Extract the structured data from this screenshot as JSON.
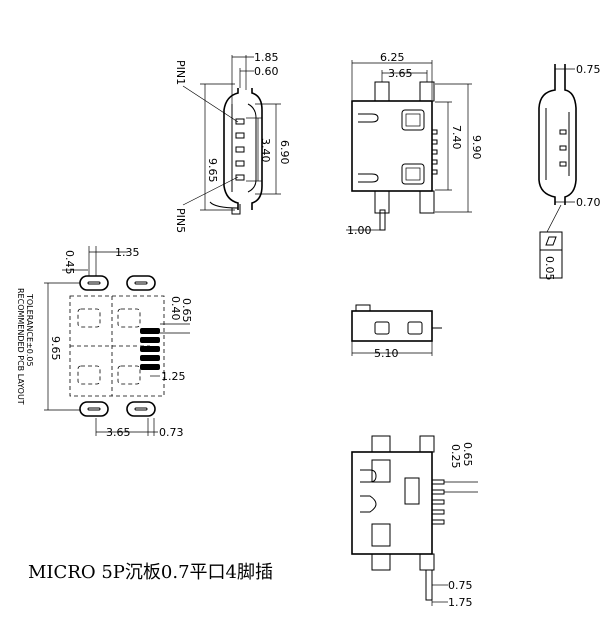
{
  "title": "MICRO 5P沉板0.7平口4脚插",
  "pins": {
    "pin1": "PIN1",
    "pin5": "PIN5"
  },
  "note": {
    "line1": "RECOMMENDED PCB LAYOUT",
    "line2": "TOLERANCE±0.05"
  },
  "flatness": "0.05",
  "dims": {
    "fv_185": "1.85",
    "fv_060": "0.60",
    "fv_965": "9.65",
    "fv_690": "6.90",
    "fv_340": "3.40",
    "tv_625": "6.25",
    "tv_365": "3.65",
    "tv_740": "7.40",
    "tv_990": "9.90",
    "tv_100": "1.00",
    "sv_075": "0.75",
    "sv_070": "0.70",
    "pcb_135": "1.35",
    "pcb_045": "0.45",
    "pcb_065": "0.65",
    "pcb_040": "0.40",
    "pcb_965": "9.65",
    "pcb_125": "1.25",
    "pcb_365": "3.65",
    "pcb_073": "0.73",
    "ms_510": "5.10",
    "bv_065": "0.65",
    "bv_025": "0.25",
    "bv_075": "0.75",
    "bv_175": "1.75"
  }
}
